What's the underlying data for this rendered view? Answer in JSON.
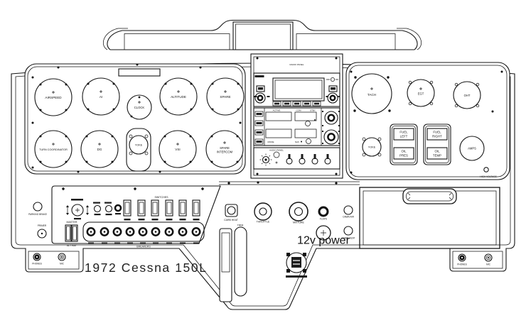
{
  "panel": {
    "caption": "1972 Cessna 150L",
    "left_cluster": {
      "gauges": [
        {
          "label": "AIRSPEED"
        },
        {
          "label": "AI"
        },
        {
          "label": "CLOCK"
        },
        {
          "label": "ALTITUDE"
        },
        {
          "label": "SPARE"
        },
        {
          "label": "TURN COORDINATOR"
        },
        {
          "label": "DG"
        },
        {
          "label": "YOKE"
        },
        {
          "label": "VSI"
        },
        {
          "label": "SPARE",
          "label2": "INTERCOM"
        }
      ]
    },
    "radio_stack": {
      "title": "RADIO PANEL",
      "nav_com": {
        "active": "ACTIVE",
        "com": "COM",
        "stby": "STBY",
        "mode": "MODE",
        "nav": "NAV"
      },
      "audio": {
        "label": "AUDIO PANEL"
      }
    },
    "right_cluster": {
      "tach": "TACH",
      "egt": "EGT",
      "oht": "OHT",
      "yoke": "YOKE",
      "fuel_left": {
        "line1": "FUEL",
        "line2": "LEFT"
      },
      "fuel_right": {
        "line1": "FUEL",
        "line2": "RIGHT"
      },
      "oil_pres": {
        "line1": "OIL",
        "line2": "PRES"
      },
      "oil_temp": {
        "line1": "OIL",
        "line2": "TEMP"
      },
      "amps": "AMPS",
      "high_voltage": "HIGH VOLTAGE"
    },
    "lower_left": {
      "parking_brake": "PARKING BRAKE",
      "primer": "PRIMER",
      "switches": "SWITCHES",
      "master": "MASTER",
      "alt_bat": "ALT BAT",
      "breakers": "BREAKERS",
      "phones": "PHONES",
      "mic": "MIC"
    },
    "console": {
      "carb_heat": "CARB HEAT",
      "throttle": "THROTTLE",
      "mixture": "MIXTURE",
      "flaps": "FLAPS",
      "cabin_air": "CABIN AIR",
      "cabin_heat": "CABIN HEAT",
      "trim": "TRIM",
      "power_12v": "12v power"
    },
    "right_jacks": {
      "phones": "PHONES",
      "mic": "MIC"
    }
  }
}
